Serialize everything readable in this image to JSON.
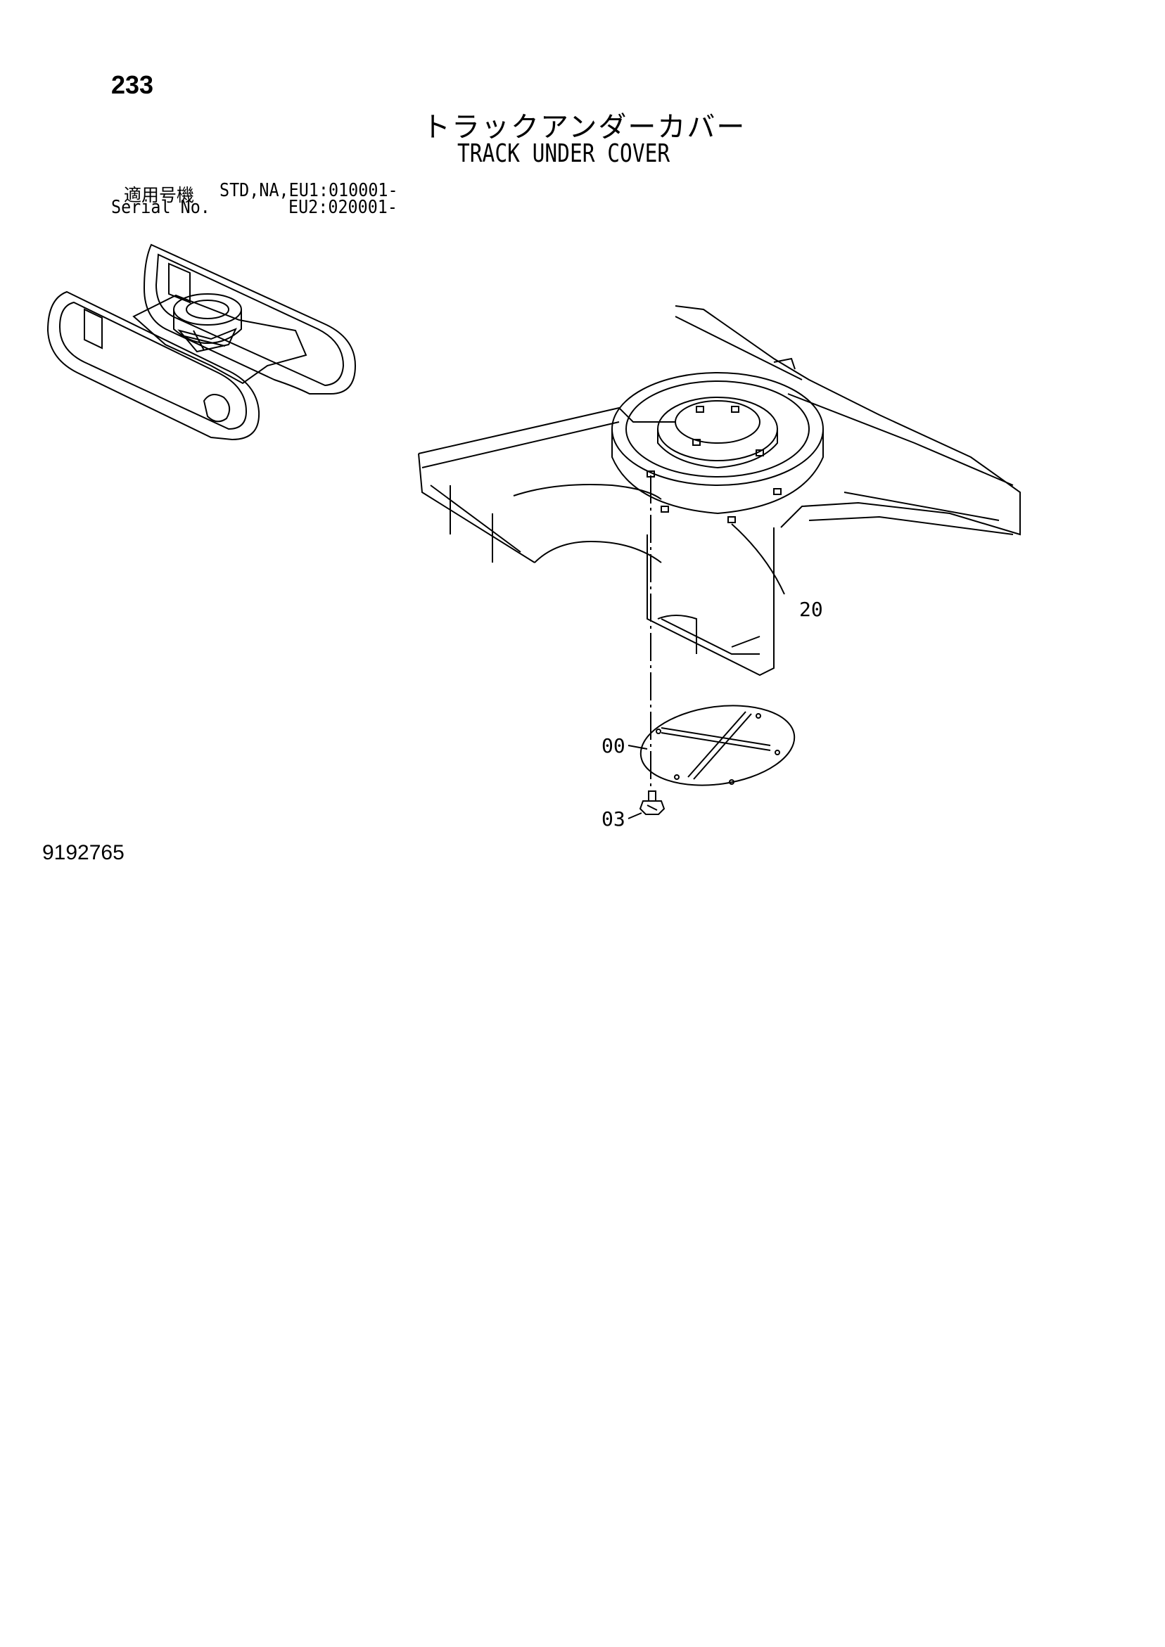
{
  "page_number": "233",
  "title_jp": "トラックアンダーカバー",
  "title_en": "TRACK UNDER COVER",
  "serial": {
    "label_jp": "適用号機",
    "label_en": "Serial No.",
    "line1": "STD,NA,EU1:010001-",
    "line2": "EU2:020001-"
  },
  "callouts": {
    "part_20": "20",
    "part_00": "00",
    "part_03": "03"
  },
  "drawing_number": "9192765"
}
